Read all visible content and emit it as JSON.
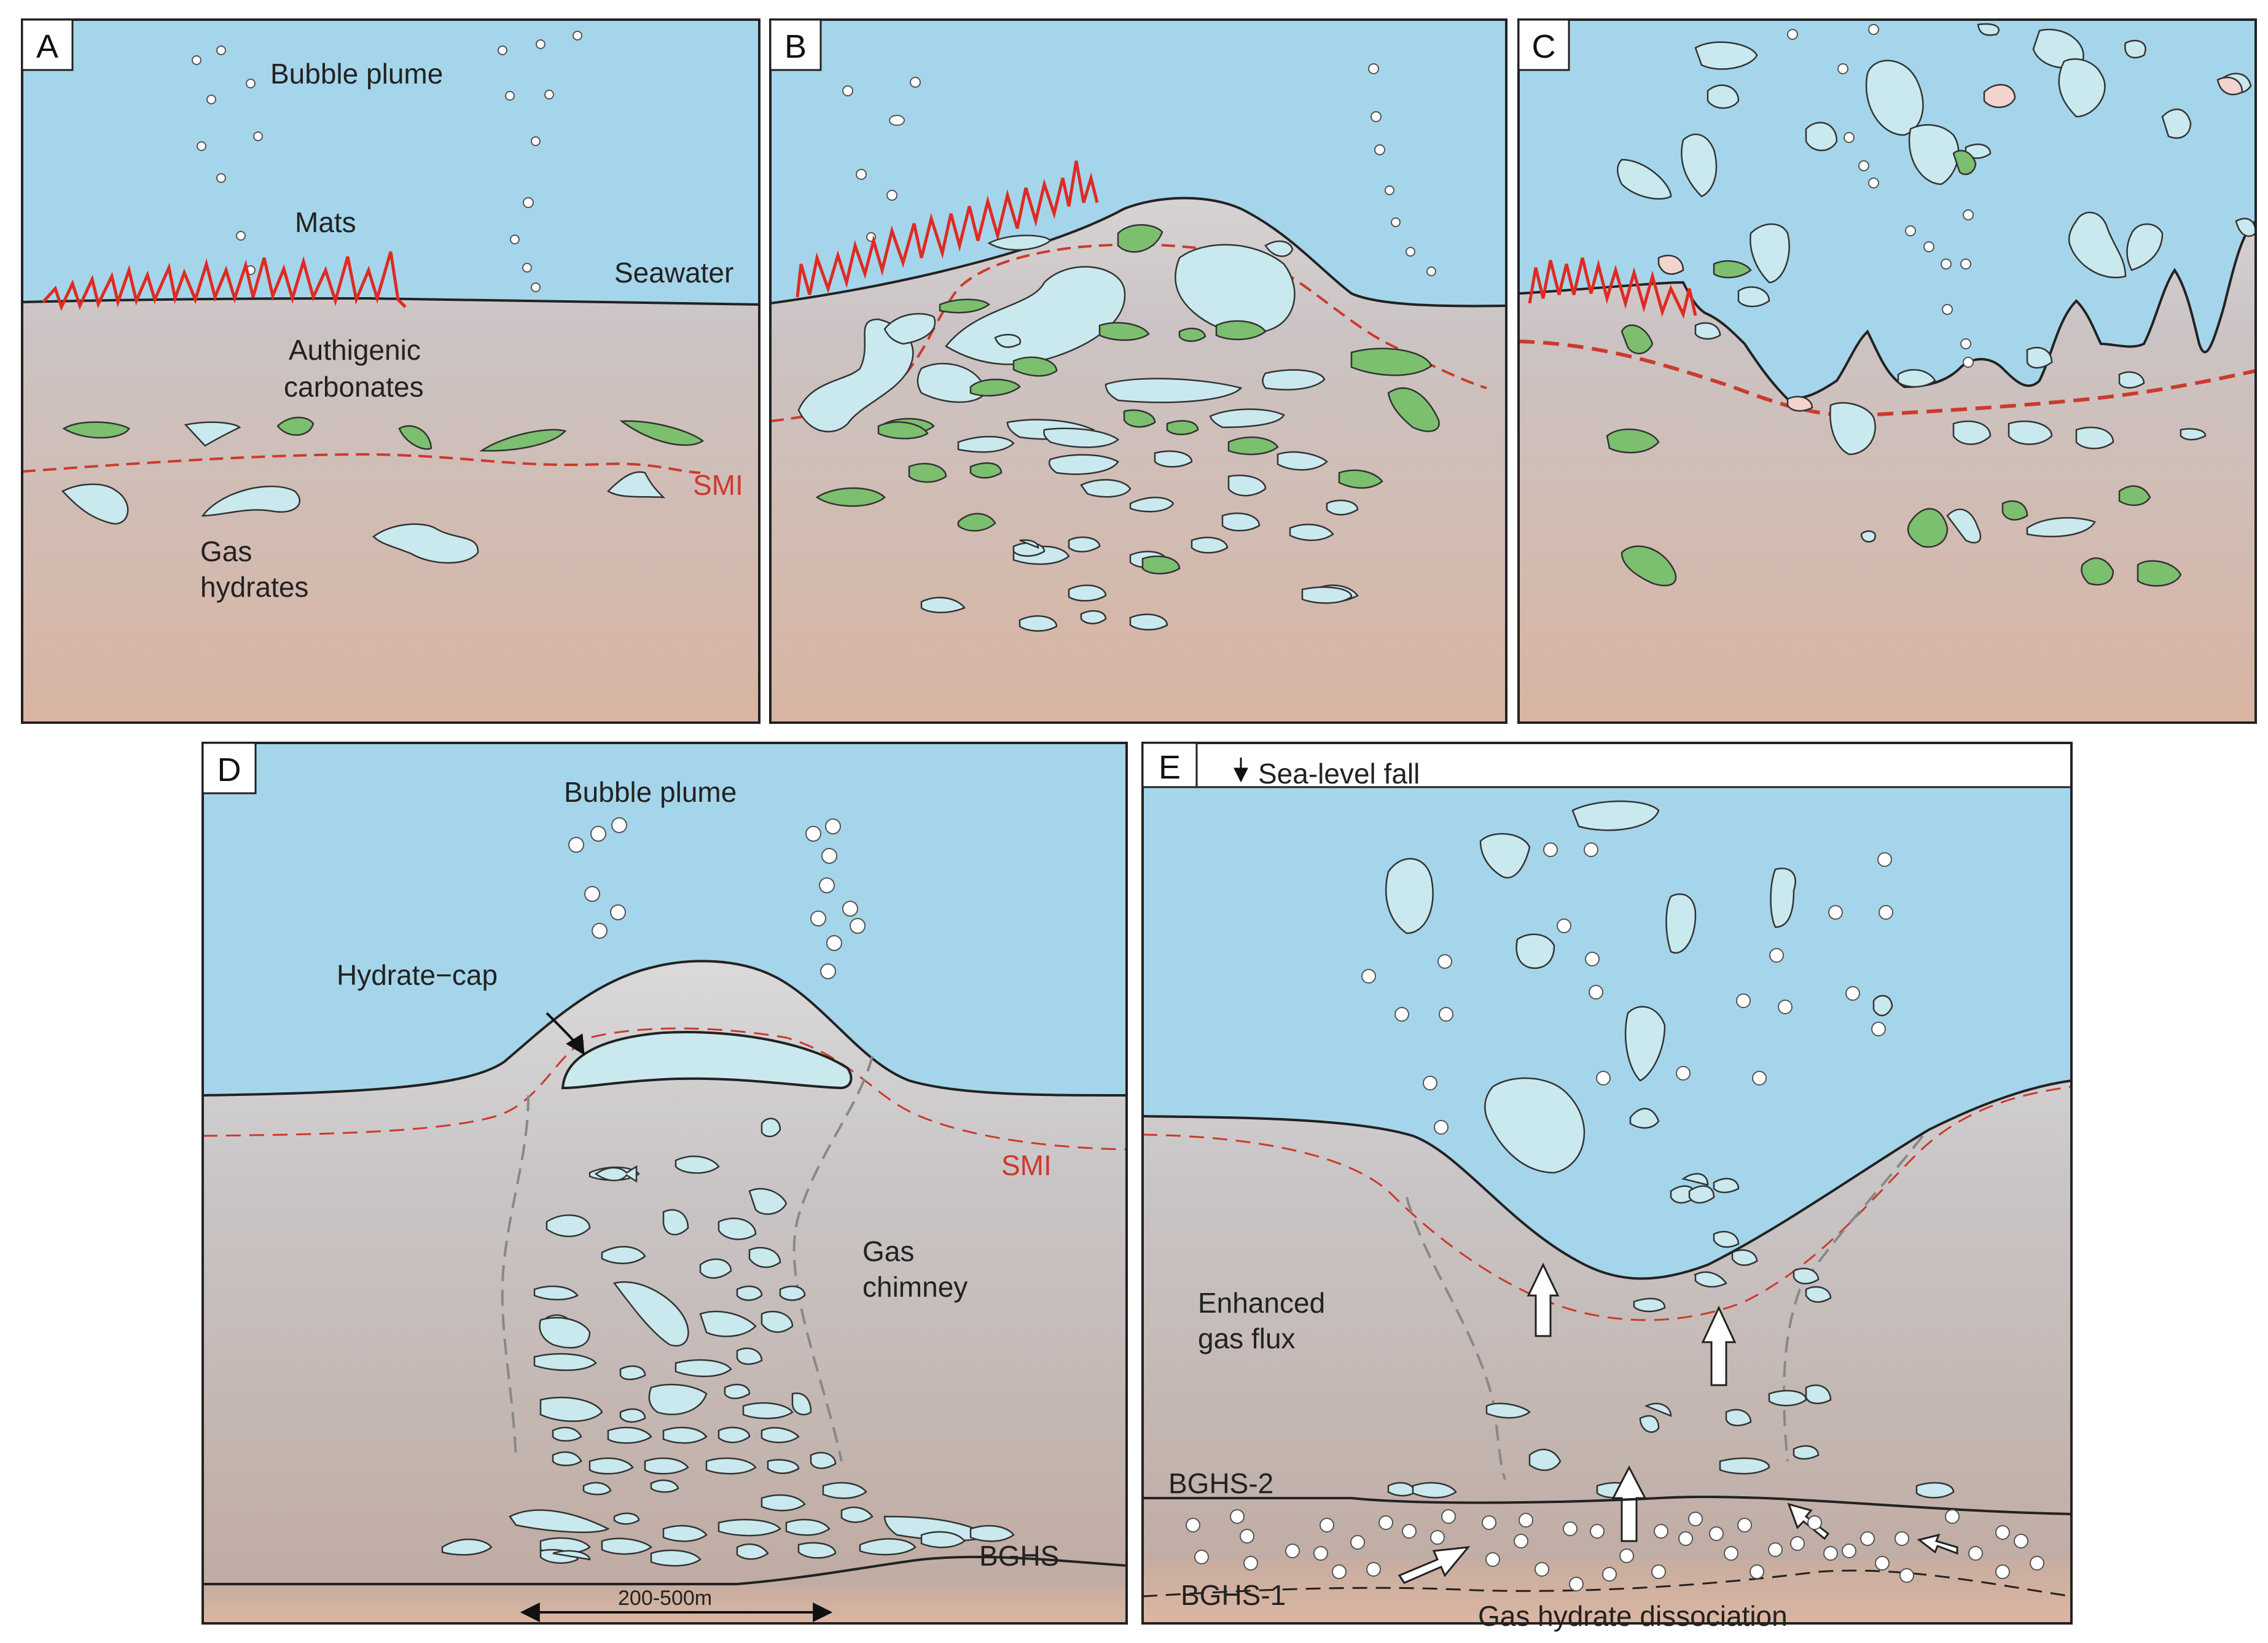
{
  "figure": {
    "panels": {
      "A": {
        "letter": "A",
        "labels": {
          "bubble_plume": "Bubble plume",
          "mats": "Mats",
          "seawater": "Seawater",
          "authigenic_1": "Authigenic",
          "authigenic_2": "carbonates",
          "smi": "SMI",
          "gas_1": "Gas",
          "gas_2": "hydrates"
        }
      },
      "B": {
        "letter": "B"
      },
      "C": {
        "letter": "C"
      },
      "D": {
        "letter": "D",
        "labels": {
          "bubble_plume": "Bubble plume",
          "hydrate_cap": "Hydrate−cap",
          "smi": "SMI",
          "gas_chimney_1": "Gas",
          "gas_chimney_2": "chimney",
          "bghs": "BGHS",
          "scale": "200-500m"
        }
      },
      "E": {
        "letter": "E",
        "labels": {
          "sea_level": "Sea-level fall",
          "enhanced_1": "Enhanced",
          "enhanced_2": "gas flux",
          "bghs2": "BGHS-2",
          "bghs1": "BGHS-1",
          "dissociation": "Gas hydrate dissociation"
        }
      }
    },
    "colors": {
      "seawater": "#a5d5ea",
      "hydrate": "#c9e9ee",
      "carbonate": "#7cbf6e",
      "mats": "#e02a22",
      "smi": "#cc3a2d",
      "sediment_top": "#e4e4e6",
      "sediment_bottom": "#d4b4a4"
    }
  }
}
